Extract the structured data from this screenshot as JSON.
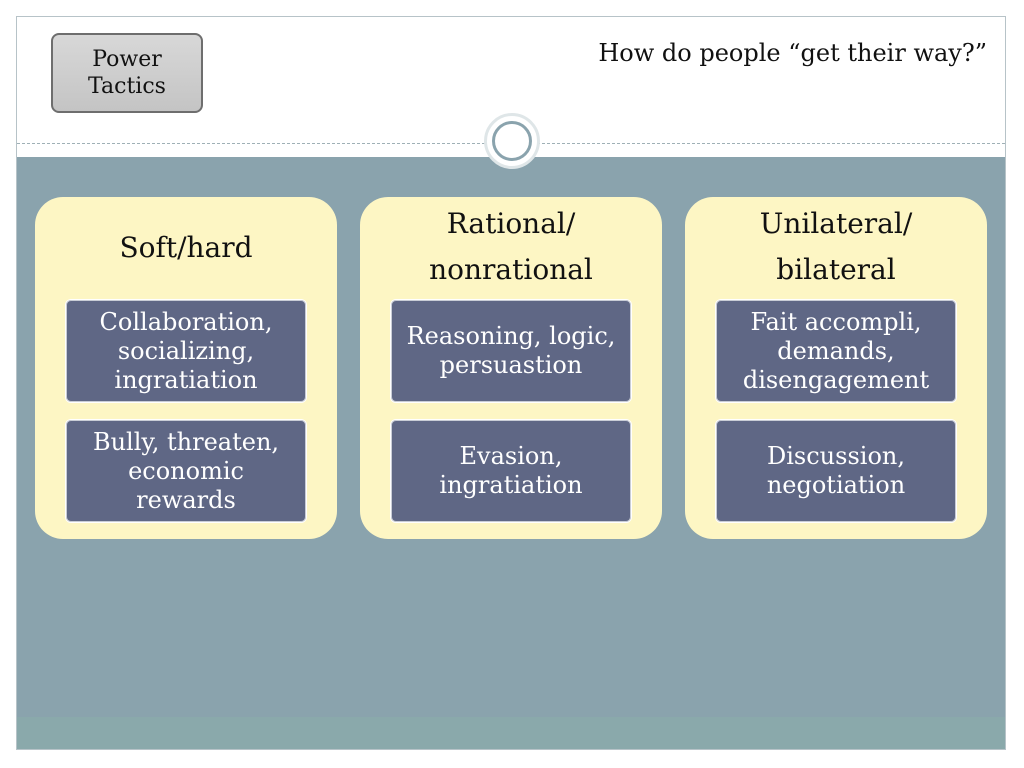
{
  "header": {
    "tag_lines": [
      "Power",
      "Tactics"
    ],
    "title": "How do people “get their way?”"
  },
  "columns": [
    {
      "heading_lines": [
        "Soft/hard"
      ],
      "cards": [
        {
          "lines": [
            "Collaboration,",
            "socializing,",
            "ingratiation"
          ]
        },
        {
          "lines": [
            "Bully, threaten,",
            "economic",
            "rewards"
          ]
        }
      ]
    },
    {
      "heading_lines": [
        "Rational/",
        "nonrational"
      ],
      "cards": [
        {
          "lines": [
            "Reasoning, logic,",
            "persuastion"
          ]
        },
        {
          "lines": [
            "Evasion,",
            "ingratiation"
          ]
        }
      ]
    },
    {
      "heading_lines": [
        "Unilateral/",
        "bilateral"
      ],
      "cards": [
        {
          "lines": [
            "Fait accompli,",
            "demands,",
            "disengagement"
          ]
        },
        {
          "lines": [
            "Discussion,",
            "negotiation"
          ]
        }
      ]
    }
  ]
}
